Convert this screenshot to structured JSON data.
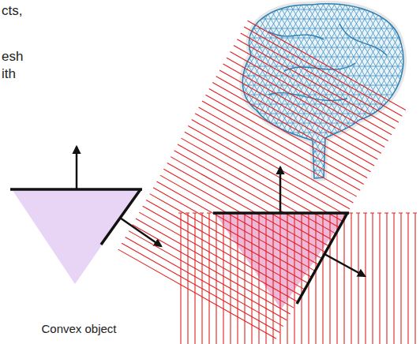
{
  "diagram": {
    "labels": [
      "cts,",
      "esh",
      "ith",
      "Convex object"
    ]
  }
}
